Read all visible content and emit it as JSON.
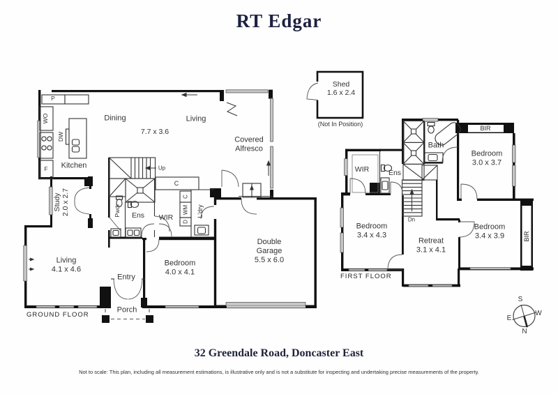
{
  "brand": "RT Edgar",
  "address": "32 Greendale Road, Doncaster East",
  "disclaimer": "Not to scale: This plan, including all measurement estimations, is illustrative only and is not a substitute for inspecting and undertaking precise measurements of the property.",
  "ground_floor": {
    "floor_label": "GROUND FLOOR",
    "kitchen": "Kitchen",
    "dining": "Dining",
    "dining_living_dims": "7.7 x 3.6",
    "living_open": "Living",
    "alfresco": "Covered Alfresco",
    "study": "Study",
    "study_dims": "2.0 x 2.7",
    "living2": "Living",
    "living2_dims": "4.1 x 4.6",
    "bedroom": "Bedroom",
    "bedroom_dims": "4.0 x 4.1",
    "garage": "Double Garage",
    "garage_dims": "5.5 x 6.0",
    "entry": "Entry",
    "porch": "Porch",
    "ens": "Ens",
    "wir": "WIR",
    "pwdr": "Pwdr",
    "laundry": "L'dry",
    "up": "Up",
    "fixtures": {
      "pantry": "P",
      "wall_oven": "WO",
      "dishwasher": "DW",
      "fridge": "F",
      "cupboard_hall": "C",
      "cupboard_small": "C",
      "washing_machine": "WM",
      "dryer": "D"
    }
  },
  "shed": {
    "name": "Shed",
    "dims": "1.6 x 2.4",
    "note": "(Not In Position)"
  },
  "first_floor": {
    "floor_label": "FIRST FLOOR",
    "bath": "Bath",
    "ens": "Ens",
    "wir": "WIR",
    "bedroom1": "Bedroom",
    "bedroom1_dims": "3.0 x 3.7",
    "bedroom2": "Bedroom",
    "bedroom2_dims": "3.4 x 4.3",
    "retreat": "Retreat",
    "retreat_dims": "3.1 x 4.1",
    "bedroom3": "Bedroom",
    "bedroom3_dims": "3.4 x 3.9",
    "bir_top": "BIR",
    "bir_right": "BIR",
    "dn": "Dn"
  },
  "compass": {
    "n": "N",
    "s": "S",
    "e": "E",
    "w": "W"
  },
  "colors": {
    "ink": "#1d2140",
    "wall": "#111111",
    "window": "#c6c6c6",
    "label": "#333333"
  }
}
